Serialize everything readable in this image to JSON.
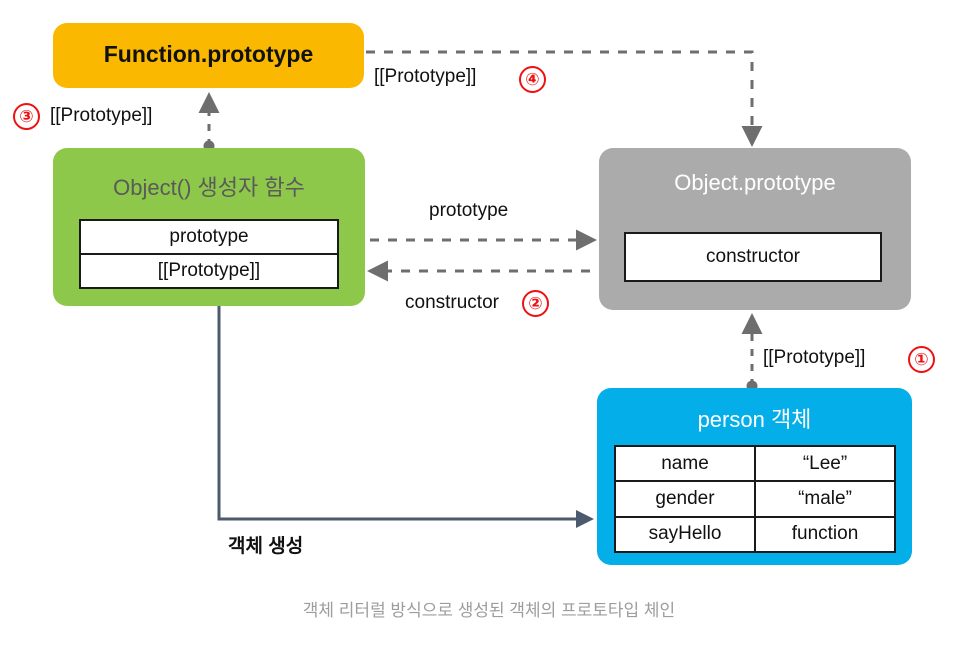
{
  "diagram": {
    "caption": "객체 리터럴 방식으로 생성된 객체의 프로토타입 체인",
    "colors": {
      "function_prototype": "#FAB900",
      "object_constructor": "#8DC84A",
      "object_prototype": "#ABABAB",
      "person_object": "#03AEE9",
      "marker_red": "#EE1111",
      "link_gray": "#6E6E6E",
      "solid_arrow": "#4C5A6E",
      "caption_gray": "#9D9D9D"
    },
    "nodes": {
      "function_prototype": {
        "title": "Function.prototype",
        "rows": []
      },
      "object_constructor": {
        "title": "Object() 생성자 함수",
        "rows": [
          {
            "key": "prototype"
          },
          {
            "key": "[[Prototype]]"
          }
        ]
      },
      "object_prototype": {
        "title": "Object.prototype",
        "rows": [
          {
            "key": "constructor"
          }
        ]
      },
      "person_object": {
        "title": "person 객체",
        "rows": [
          {
            "key": "name",
            "value": "“Lee”"
          },
          {
            "key": "gender",
            "value": "“male”"
          },
          {
            "key": "sayHello",
            "value": "function"
          }
        ]
      }
    },
    "edges": {
      "prototype_link_3": {
        "label": "[[Prototype]]",
        "marker": "③"
      },
      "prototype_link_4": {
        "label": "[[Prototype]]",
        "marker": "④"
      },
      "prototype_link_1": {
        "label": "[[Prototype]]",
        "marker": "①"
      },
      "prototype_edge": {
        "label": "prototype",
        "marker": ""
      },
      "constructor_edge": {
        "label": "constructor",
        "marker": "②"
      },
      "create_edge": {
        "label": "객체 생성",
        "marker": ""
      }
    }
  }
}
